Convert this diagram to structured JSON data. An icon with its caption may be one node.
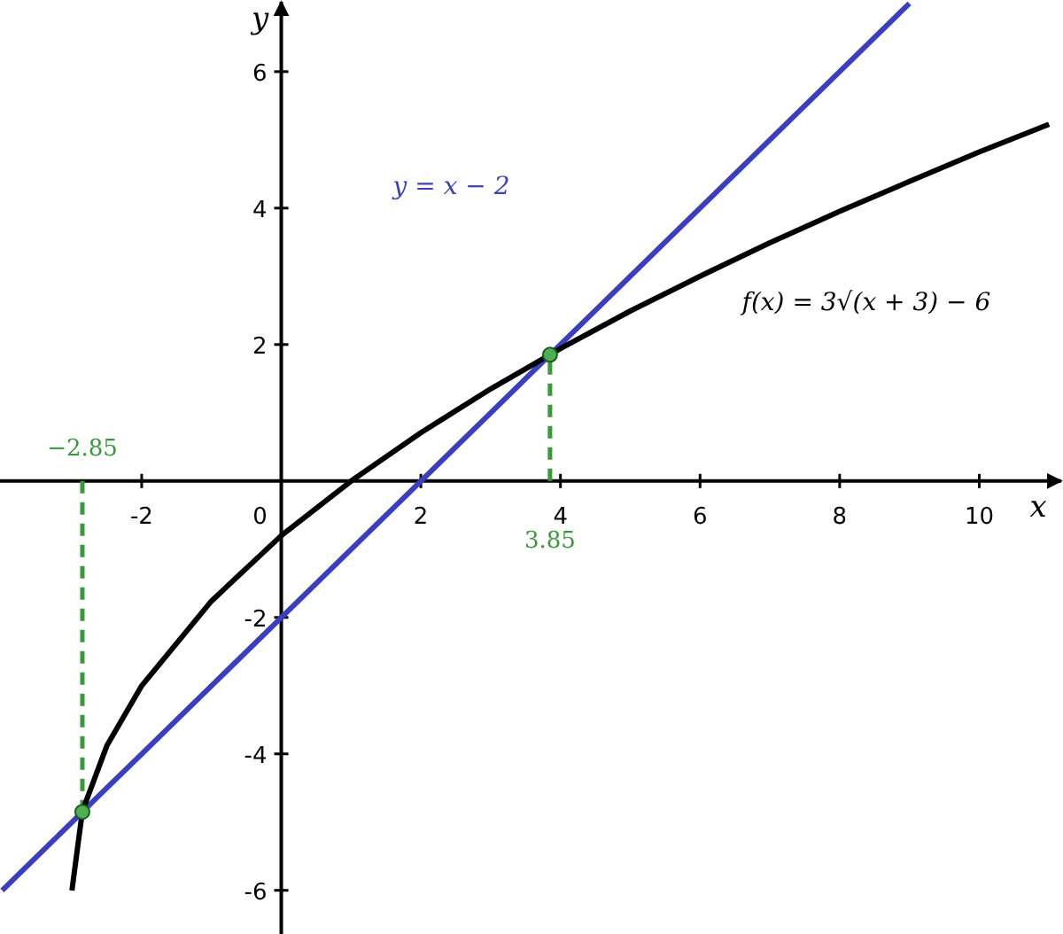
{
  "diagram": {
    "labels": [
      "0"
    ],
    "chart_data": {
      "type": "line",
      "xlabel": "x",
      "ylabel": "y",
      "x": [
        -4,
        -3,
        -2.85,
        -2.5,
        -2,
        -1,
        0,
        1,
        2,
        3,
        3.85,
        4,
        5,
        6,
        7,
        8,
        9,
        10,
        11
      ],
      "series": [
        {
          "name": "y = x − 2",
          "color": "#3a3fbf",
          "values": [
            -6,
            -5,
            -4.85,
            -4.5,
            -4,
            -3,
            -2,
            -1,
            0,
            1,
            1.85,
            2,
            3,
            4,
            5,
            6,
            7,
            null,
            null
          ]
        },
        {
          "name": "f(x) = 3√(x + 3) − 6",
          "color": "#000000",
          "values": [
            null,
            -6,
            -4.84,
            -3.88,
            -3,
            -1.76,
            -0.8,
            0,
            0.71,
            1.35,
            1.85,
            1.94,
            2.49,
            3,
            3.49,
            3.95,
            4.39,
            4.82,
            5.23
          ]
        }
      ],
      "xlim": [
        -4.03,
        11.2
      ],
      "ylim": [
        -6.64,
        7.05
      ],
      "xticks": [
        {
          "value": -2,
          "label": "-2"
        },
        2,
        4,
        6,
        8,
        10
      ],
      "yticks": [
        {
          "value": -6,
          "label": "-6"
        },
        {
          "value": -4,
          "label": "-4"
        },
        {
          "value": -2,
          "label": "-2"
        },
        2,
        4,
        6
      ],
      "ref_lines": [
        {
          "axis": "x",
          "value": -2.85,
          "color": "#3a9a3a"
        },
        {
          "axis": "x",
          "value": 3.85,
          "color": "#3a9a3a"
        }
      ],
      "annotations": [
        "−2.85",
        "3.85"
      ]
    }
  }
}
